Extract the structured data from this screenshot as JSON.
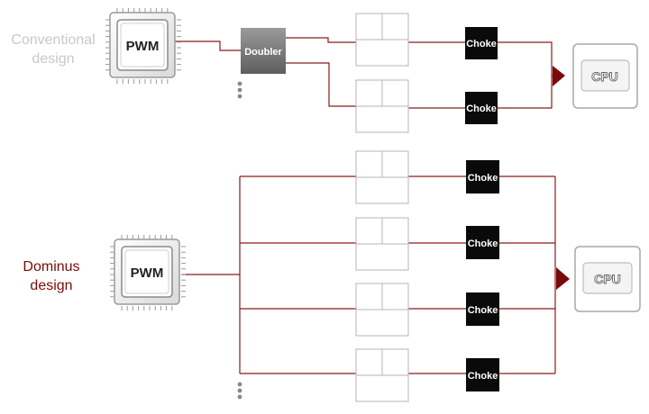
{
  "conventional": {
    "label_line1": "Conventional",
    "label_line2": "design",
    "pwm_label": "PWM",
    "doubler_label": "Doubler",
    "choke_labels": [
      "Choke",
      "Choke"
    ],
    "cpu_label": "CPU"
  },
  "dominus": {
    "label_line1": "Dominus",
    "label_line2": "design",
    "pwm_label": "PWM",
    "choke_labels": [
      "Choke",
      "Choke",
      "Choke",
      "Choke"
    ],
    "cpu_label": "CPU"
  },
  "colors": {
    "wire": "#8b1a1a",
    "accent": "#7b0a0a",
    "choke_fill": "#0a0a0a",
    "doubler_fill": "#7a7a7a",
    "muted_text": "#c8c8c8"
  }
}
